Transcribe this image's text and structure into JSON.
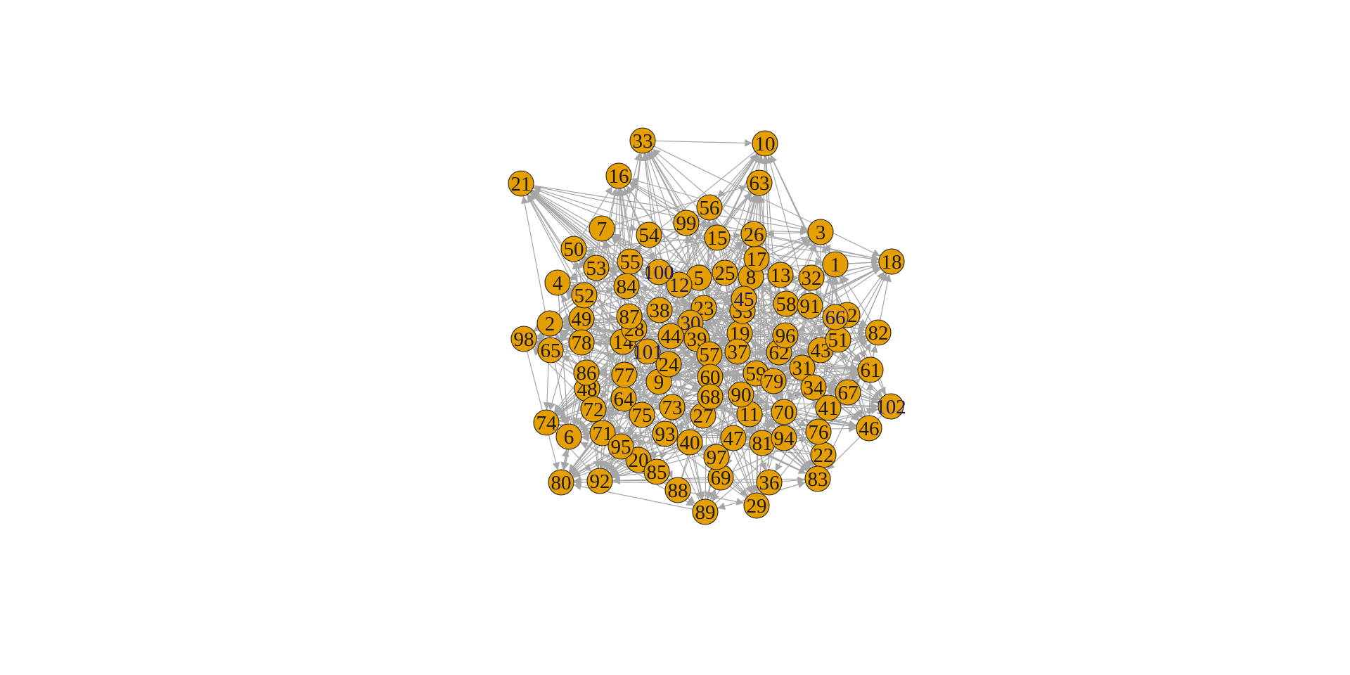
{
  "diagram": {
    "type": "network",
    "edge_color": "#a6a6a6",
    "node_fill": "#e69f00",
    "node_border": "#222222",
    "label_color": "#1a1a1a",
    "node_labels": [
      "1",
      "2",
      "3",
      "4",
      "5",
      "6",
      "7",
      "8",
      "9",
      "10",
      "11",
      "12",
      "13",
      "14",
      "15",
      "16",
      "17",
      "18",
      "19",
      "20",
      "21",
      "22",
      "23",
      "24",
      "25",
      "26",
      "27",
      "28",
      "29",
      "30",
      "31",
      "32",
      "33",
      "34",
      "35",
      "36",
      "37",
      "38",
      "39",
      "40",
      "41",
      "42",
      "43",
      "44",
      "45",
      "46",
      "47",
      "48",
      "49",
      "50",
      "51",
      "52",
      "53",
      "54",
      "55",
      "56",
      "57",
      "58",
      "59",
      "60",
      "61",
      "62",
      "63",
      "64",
      "65",
      "66",
      "67",
      "68",
      "69",
      "70",
      "71",
      "72",
      "73",
      "74",
      "75",
      "76",
      "77",
      "78",
      "79",
      "80",
      "81",
      "82",
      "83",
      "84",
      "85",
      "86",
      "87",
      "88",
      "89",
      "90",
      "91",
      "92",
      "93",
      "94",
      "95",
      "96",
      "97",
      "98",
      "99",
      "100",
      "101",
      "102"
    ]
  }
}
